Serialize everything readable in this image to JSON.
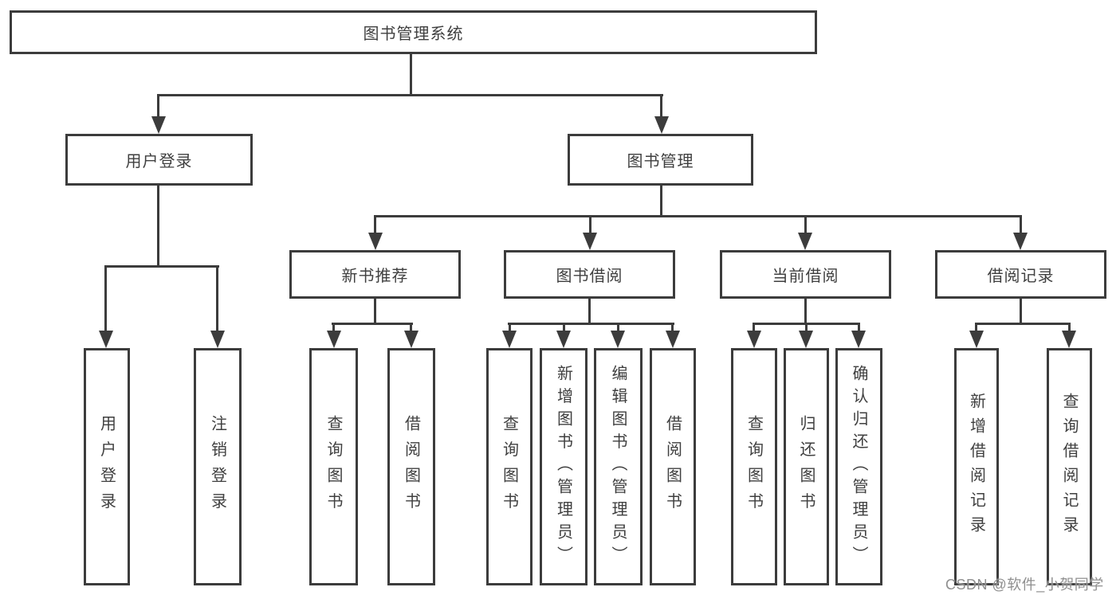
{
  "title": "图书管理系统",
  "watermark": "CSDN @软件_小贺同学",
  "nodes": {
    "login": "用户登录",
    "management": "图书管理"
  },
  "login_children": [
    "用户登录",
    "注销登录"
  ],
  "groups": [
    {
      "label": "新书推荐",
      "children": [
        "查询图书",
        "借阅图书"
      ]
    },
    {
      "label": "图书借阅",
      "children": [
        "查询图书",
        "新增图书（管理员）",
        "编辑图书（管理员）",
        "借阅图书"
      ]
    },
    {
      "label": "当前借阅",
      "children": [
        "查询图书",
        "归还图书",
        "确认归还（管理员）"
      ]
    },
    {
      "label": "借阅记录",
      "children": [
        "新增借阅记录",
        "查询借阅记录"
      ]
    }
  ],
  "colors": {
    "line": "#3c3c3c",
    "text": "#3f3f3f",
    "bg": "#ffffff",
    "watermark": "#8f8f8f"
  }
}
